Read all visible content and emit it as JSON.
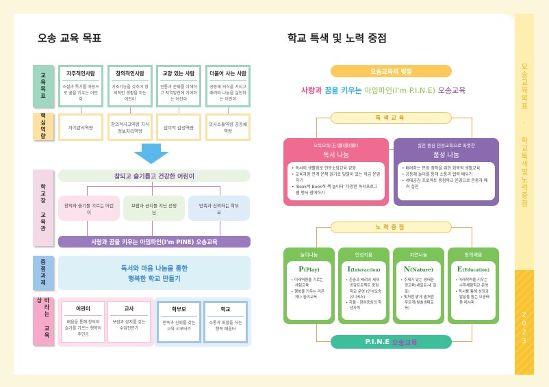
{
  "left_title": "오송 교육 목표",
  "right_title": "학교 특색 및 노력 중점",
  "side_tab": {
    "text": "오송교육목표 · 학교특색및노력중점",
    "year": "2023"
  },
  "labels": {
    "goals": "교육목표",
    "competency": "핵심역량",
    "vision": "학교장 교육관",
    "task": "중점과제",
    "ideal": "바라는 교육상"
  },
  "goals": [
    {
      "title": "자주적인사람",
      "desc": "소질과 특기를 바탕으로 꿈을 키우는 어린이",
      "competency": "자기관리역량"
    },
    {
      "title": "창의적인사람",
      "desc": "기초기능을 갖추어 창의적인 생활을 하는 어린이",
      "competency": "창의적사고역량 지식정보처리역량"
    },
    {
      "title": "교양 있는 사람",
      "desc": "전통과 문화를 이해하고 지역발전에 기여하는 어린이",
      "competency": "심미적 감성역량"
    },
    {
      "title": "더불어 사는 사람",
      "desc": "공동체 의식을 가지고 배려와 나눔을 실천하는 어린이",
      "competency": "의사소통역량 공동체역량"
    }
  ],
  "vision": {
    "top": "참되고 슬기롭고 건강한 어린이",
    "items": [
      "창의와 슬기를 기르는 어린이",
      "보람과 긍지를 지닌 선생님",
      "만족과 신뢰하는 학부모"
    ],
    "bottom": "사랑과 꿈을 키우는 아임파인(I'm PINE) 오송교육"
  },
  "task": {
    "line1": "독서와 마음 나눔을 통한",
    "line2": "행복한 학교 만들기"
  },
  "ideal": [
    {
      "title": "어린이",
      "desc": "배움을 통해 창의와 슬기를 기르는 행복의 주인공"
    },
    {
      "title": "교사",
      "desc": "보람과 긍지를 갖는 수업전문가"
    },
    {
      "title": "학부모",
      "desc": "만족과 신뢰를 갖는 교육 서포터즈"
    },
    {
      "title": "학교",
      "desc": "소통과 화합을 하는 행복 배움터"
    }
  ],
  "colors_title": "오송교육의 빛깔",
  "slogan": {
    "p1": "사랑과",
    "p2": "꿈을 키우는",
    "p3": "아임파인(I'm P.I.N.E)",
    "p4": "오송교육"
  },
  "special": {
    "label": "특색교육",
    "cards": [
      {
        "sub": "오독오독(五!讀!讀!讀!)",
        "title": "독서 나눔",
        "items": [
          "독서의 생활화로 인문소양교육 강화",
          "교육과정 연계 온책 읽기로 빛깔이 있는 학급 운영하기",
          "'Book적 Book적 책 놀이터' 다양한 독서프로그램 행사 참여하기"
        ]
      },
      {
        "sub": "실천 중심 인성교육으로 따뜻한",
        "title": "품성 나눔",
        "items": [
          "배려하는 문화 정착을 위한 회복적 생활교육",
          "공동체 놀이를 통해 소통과 협력 배우기",
          "세대공감 프로젝트 중점학교 운영으로 존중과 배려 실천"
        ]
      }
    ]
  },
  "effort": {
    "label": "노력중점",
    "cards": [
      {
        "head": "놀이나눔",
        "letter": "P",
        "word": "(Play)",
        "items": [
          "미래역량을 기르는 체험교육",
          "행복을 키우는 리온체나 놀이교육"
        ]
      },
      {
        "head": "인성키움",
        "letter": "I",
        "word": "(Interaction)",
        "items": [
          "존중과 배려의 세대공감프로젝트 중점학교 운영 (인성오송유니버스)",
          "자율 · 참여중심의 학생자치"
        ]
      },
      {
        "head": "자연나눔",
        "letter": "N",
        "word": "(Nature)",
        "items": [
          "주제가 있는 생태환경교육(내일로-내 일로)",
          "빛처럼 밝게 솔처럼 푸르게(빛솔생태교육)"
        ]
      },
      {
        "head": "창의배움",
        "letter": "E",
        "word": "(Education)",
        "items": [
          "미래학력을 키우는 수학체험학교 운영",
          "독서를 통해 성장과 발달을 돕는 오송배움 레시피"
        ]
      }
    ]
  },
  "pine": {
    "a": "P.I.N.E",
    "b": "오송교육"
  },
  "colors": {
    "orange": "#f2a64a",
    "green": "#7cc45a",
    "pink": "#ef6b8f",
    "purple": "#8a6bb0"
  }
}
